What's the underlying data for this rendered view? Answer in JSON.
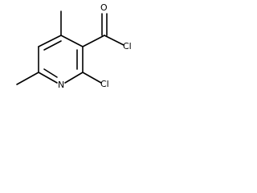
{
  "molecule": {
    "atoms": {
      "oxygen": "O",
      "acyl_chlorine": "Cl",
      "ring_chlorine": "Cl",
      "nitrogen": "N"
    }
  }
}
